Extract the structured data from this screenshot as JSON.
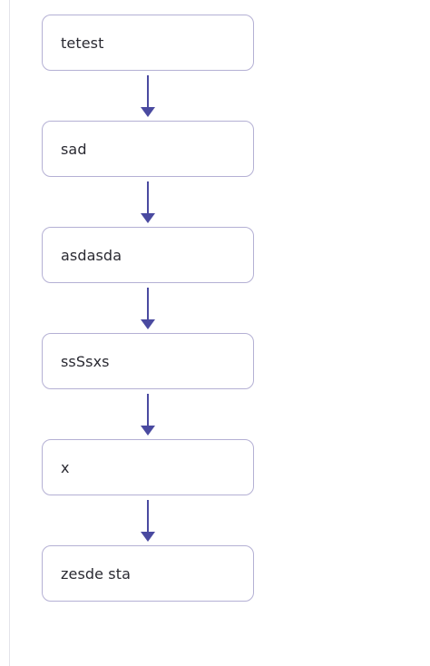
{
  "flow": {
    "steps": [
      {
        "label": "tetest"
      },
      {
        "label": "sad"
      },
      {
        "label": "asdasda"
      },
      {
        "label": "ssSsxs"
      },
      {
        "label": "x"
      },
      {
        "label": "zesde sta"
      }
    ],
    "colors": {
      "arrow": "#4a4aa0",
      "node_border": "#b4b0d4",
      "text": "#2a2a32"
    }
  }
}
